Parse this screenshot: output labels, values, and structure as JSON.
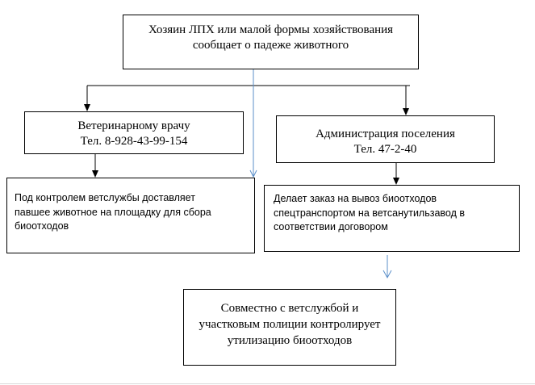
{
  "diagram": {
    "nodes": {
      "owner": {
        "lines": [
          "Хозяин ЛПХ или малой формы хозяйствования",
          "сообщает о падеже животного"
        ]
      },
      "vet": {
        "lines": [
          "Ветеринарному врачу",
          "Тел. 8-928-43-99-154"
        ]
      },
      "admin": {
        "lines": [
          "Администрация поселения",
          "Тел. 47-2-40"
        ]
      },
      "deliver": {
        "lines": [
          "Под контролем ветслужбы доставляет",
          "павшее животное на площадку для сбора",
          "биоотходов"
        ]
      },
      "order": {
        "lines": [
          "Делает заказ на вывоз биоотходов",
          "спецтранспортом на ветсанутильзавод в",
          "соответствии договором"
        ]
      },
      "control": {
        "lines": [
          "Совместно с ветслужбой и",
          "участковым полиции контролирует",
          "утилизацию биоотходов"
        ]
      }
    },
    "colors": {
      "line": "#000000",
      "blue_arrow": "#5b8fc9",
      "border": "#000000"
    }
  }
}
